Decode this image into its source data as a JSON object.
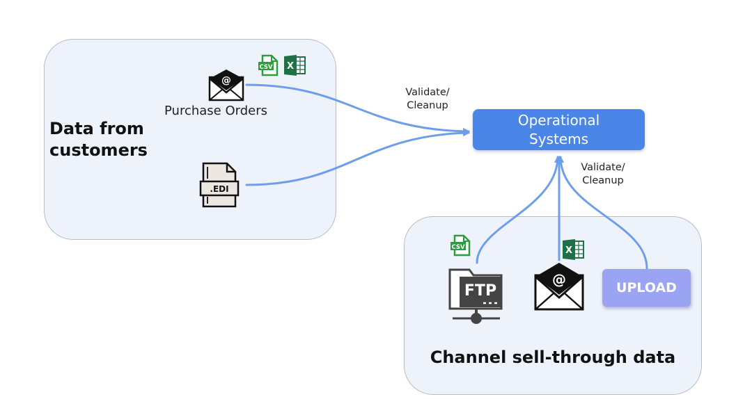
{
  "diagram": {
    "customers_panel": {
      "title": "Data from customers",
      "purchase_orders_label": "Purchase Orders",
      "edi_label": ".EDI"
    },
    "operational_systems": {
      "label": "Operational Systems"
    },
    "edge_labels": {
      "customers_to_ops": "Validate/ Cleanup",
      "channel_to_ops": "Validate/ Cleanup"
    },
    "channel_panel": {
      "title": "Channel sell-through data",
      "ftp_label": "FTP",
      "upload_label": "UPLOAD"
    },
    "file_badges": {
      "csv": "CSV",
      "excel": "X"
    },
    "email_symbol": "@",
    "colors": {
      "arrow": "#6d9eeb",
      "ops_box": "#4a86e8",
      "upload": "#9aa4f2",
      "panel_fill": "#eef2fb",
      "panel_border": "#b9bcc4",
      "excel_green": "#1e7145",
      "csv_green": "#2e9b3c",
      "ftp_gray": "#444444"
    },
    "icons": [
      "email-icon",
      "csv-file-icon",
      "excel-file-icon",
      "edi-file-icon",
      "ftp-server-icon"
    ]
  }
}
